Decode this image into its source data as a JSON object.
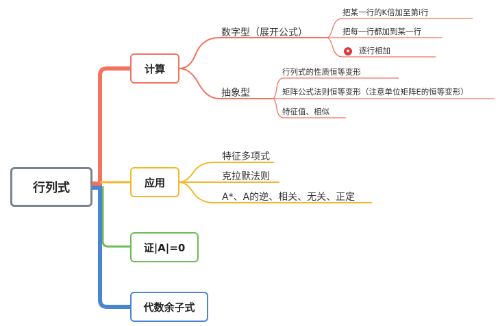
{
  "root": {
    "label": "行列式"
  },
  "branches": [
    {
      "label": "计算",
      "color": "#f47260",
      "children": [
        {
          "label": "数字型（展开公式）",
          "children": [
            {
              "label": "把某一行的K倍加至第i行"
            },
            {
              "label": "把每一行都加到某一行"
            },
            {
              "label": "逐行相加",
              "icon": "star-icon"
            }
          ]
        },
        {
          "label": "抽象型",
          "children": [
            {
              "label": "行列式的性质恒等变形"
            },
            {
              "label": "矩阵公式法则恒等变形（注意单位矩阵E的恒等变形）"
            },
            {
              "label": "特征值、相似"
            }
          ]
        }
      ]
    },
    {
      "label": "应用",
      "color": "#f5b728",
      "children": [
        {
          "label": "特征多项式"
        },
        {
          "label": "克拉默法则"
        },
        {
          "label": "A*、A的逆、相关、无关、正定"
        }
      ]
    },
    {
      "label": "证|A|=0",
      "color": "#6dbb55",
      "children": []
    },
    {
      "label": "代数余子式",
      "color": "#4a86cf",
      "children": []
    }
  ],
  "colors": {
    "root_border": "#7a8391",
    "text": "#333333"
  }
}
